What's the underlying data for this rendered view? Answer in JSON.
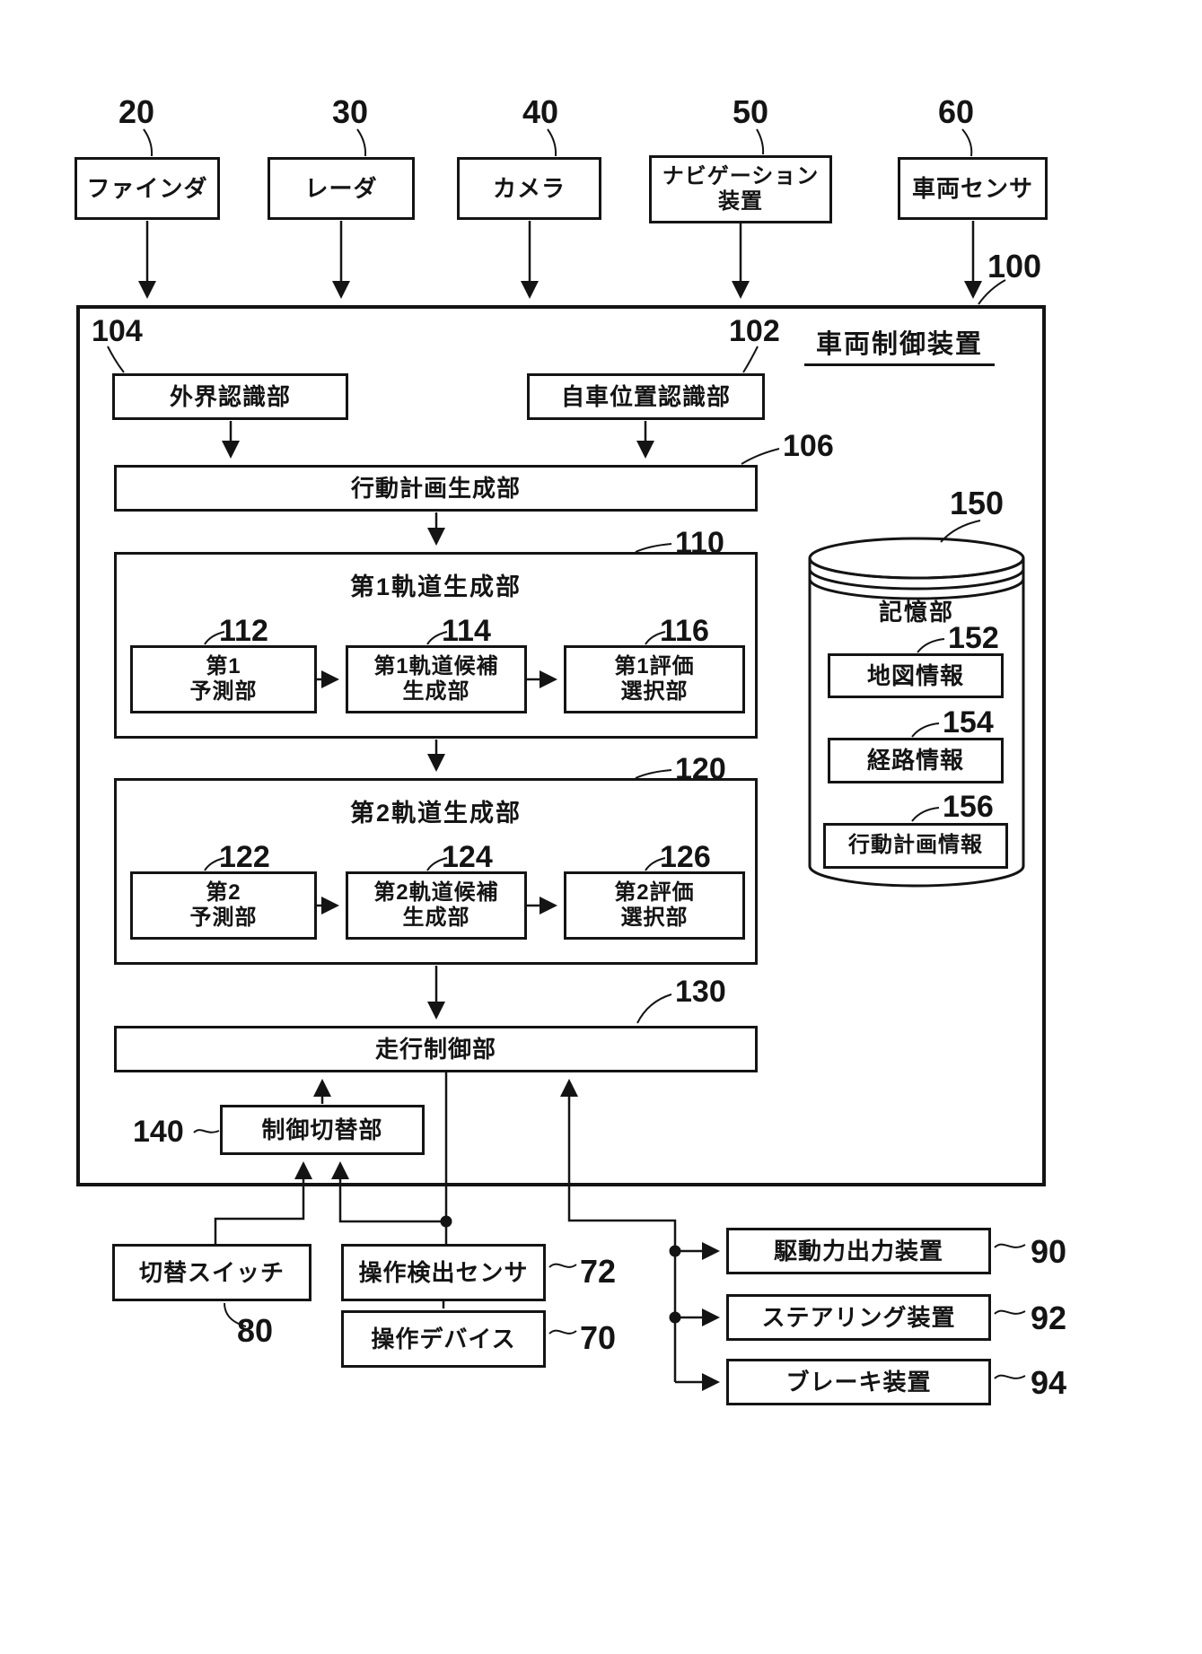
{
  "figure_title": "車両制御装置",
  "controller_ref": "100",
  "sensors_top": {
    "finder": {
      "label": "ファインダ",
      "ref": "20"
    },
    "radar": {
      "label": "レーダ",
      "ref": "30"
    },
    "camera": {
      "label": "カメラ",
      "ref": "40"
    },
    "navigation": {
      "lines": [
        "ナビゲーション",
        "装置"
      ],
      "ref": "50"
    },
    "vehicle_sensor": {
      "label": "車両センサ",
      "ref": "60"
    }
  },
  "controller_blocks": {
    "outside_recognition": {
      "label": "外界認識部",
      "ref": "104"
    },
    "own_position": {
      "label": "自車位置認識部",
      "ref": "102"
    },
    "action_plan": {
      "label": "行動計画生成部",
      "ref": "106"
    },
    "trajectory1": {
      "title": "第1軌道生成部",
      "ref": "110",
      "predictor": {
        "lines": [
          "第1",
          "予測部"
        ],
        "ref": "112"
      },
      "candidate": {
        "lines": [
          "第1軌道候補",
          "生成部"
        ],
        "ref": "114"
      },
      "evaluation": {
        "lines": [
          "第1評価",
          "選択部"
        ],
        "ref": "116"
      }
    },
    "trajectory2": {
      "title": "第2軌道生成部",
      "ref": "120",
      "predictor": {
        "lines": [
          "第2",
          "予測部"
        ],
        "ref": "122"
      },
      "candidate": {
        "lines": [
          "第2軌道候補",
          "生成部"
        ],
        "ref": "124"
      },
      "evaluation": {
        "lines": [
          "第2評価",
          "選択部"
        ],
        "ref": "126"
      }
    },
    "travel_control": {
      "label": "走行制御部",
      "ref": "130"
    },
    "control_switch": {
      "label": "制御切替部",
      "ref": "140"
    }
  },
  "storage": {
    "title": "記憶部",
    "ref": "150",
    "map_info": {
      "label": "地図情報",
      "ref": "152"
    },
    "route_info": {
      "label": "経路情報",
      "ref": "154"
    },
    "action_plan_info": {
      "label": "行動計画情報",
      "ref": "156"
    }
  },
  "bottom_units": {
    "changeover_switch": {
      "label": "切替スイッチ",
      "ref": "80"
    },
    "operation_sensor": {
      "label": "操作検出センサ",
      "ref": "72"
    },
    "operation_device": {
      "label": "操作デバイス",
      "ref": "70"
    },
    "drive_force_output": {
      "label": "駆動力出力装置",
      "ref": "90"
    },
    "steering": {
      "label": "ステアリング装置",
      "ref": "92"
    },
    "brake": {
      "label": "ブレーキ装置",
      "ref": "94"
    }
  }
}
